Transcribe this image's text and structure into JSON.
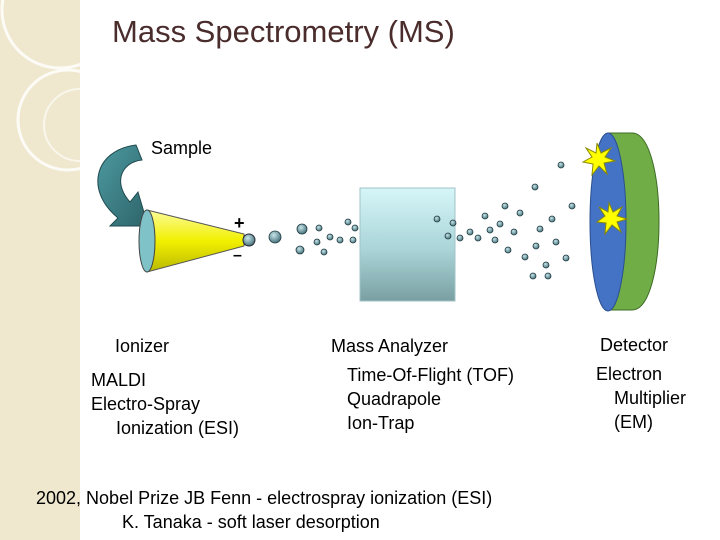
{
  "title": "Mass Spectrometry (MS)",
  "sample_label": "Sample",
  "polarity": {
    "plus": "+",
    "minus": "–"
  },
  "ionizer": {
    "heading": "Ionizer",
    "items": [
      "MALDI",
      "Electro-Spray",
      "Ionization (ESI)"
    ]
  },
  "analyzer": {
    "heading": "Mass Analyzer",
    "items": [
      "Time-Of-Flight (TOF)",
      "Quadrapole",
      "Ion-Trap"
    ]
  },
  "detector": {
    "heading": "Detector",
    "items": [
      "Electron",
      "Multiplier",
      "(EM)"
    ]
  },
  "footnote": {
    "line1": "2002, Nobel Prize JB Fenn - electrospray ionization (ESI)",
    "line2": "K. Tanaka - soft laser desorption"
  },
  "colors": {
    "title": "#4a2c2c",
    "arrow": "#3d7d83",
    "cone": "#f2f000",
    "analyzer_top": "#cff3f6",
    "analyzer_bottom": "#7fa7aa",
    "detector_blue": "#4472c4",
    "detector_green": "#70ad47",
    "ion": "#5d8a92",
    "flash": "#ffff00"
  }
}
